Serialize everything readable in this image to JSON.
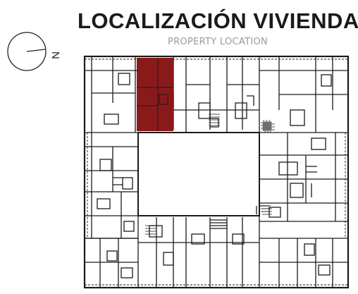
{
  "header": {
    "title": "LOCALIZACIÓN VIVIENDA",
    "subtitle": "PROPERTY LOCATION"
  },
  "compass": {
    "label": "N",
    "icon": "north-arrow-icon"
  },
  "floor_plan": {
    "highlighted_unit": "property-location-unit",
    "highlight_color": "#8a1a1a",
    "line_color": "#1a1a1a",
    "background": "#ffffff"
  }
}
